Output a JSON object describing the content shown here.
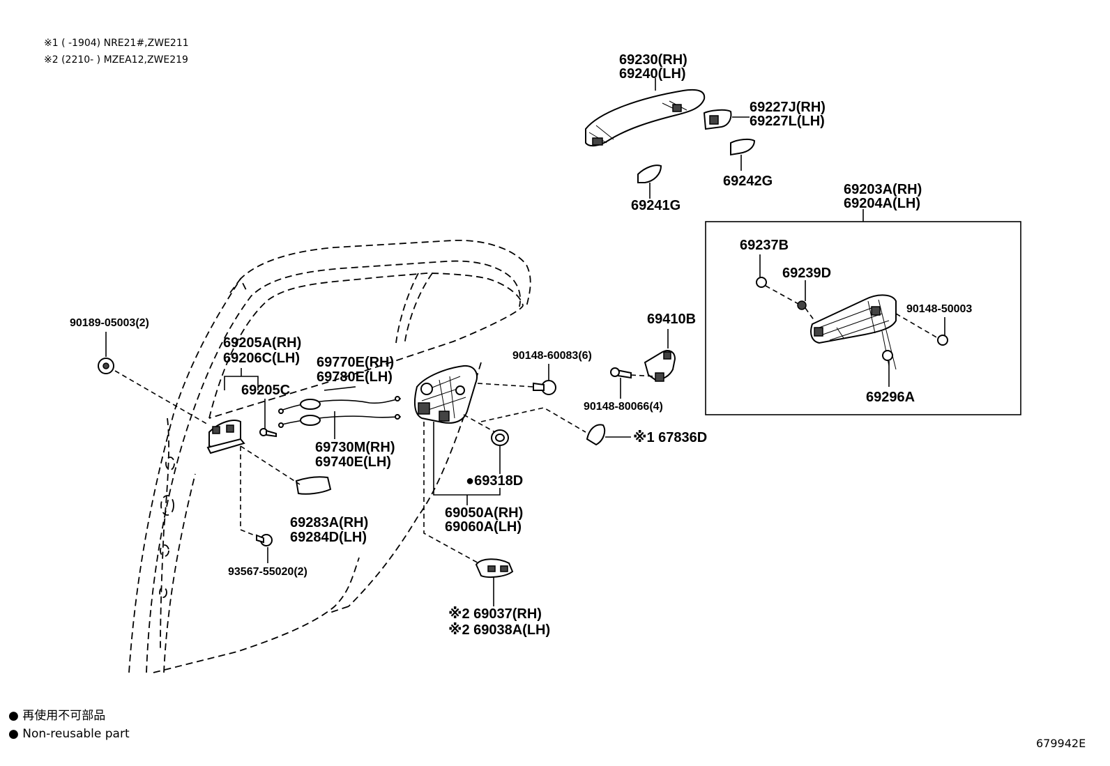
{
  "notes": {
    "note1": "※1 (      -1904) NRE21#,ZWE211",
    "note2": "※2 (2210-      ) MZEA12,ZWE219"
  },
  "parts": {
    "p69230": "69230(RH)",
    "p69240": "69240(LH)",
    "p69227J": "69227J(RH)",
    "p69227L": "69227L(LH)",
    "p69242G": "69242G",
    "p69241G": "69241G",
    "p69203A": "69203A(RH)",
    "p69204A": "69204A(LH)",
    "p69237B": "69237B",
    "p69239D": "69239D",
    "p90148_50003": "90148-50003",
    "p69296A": "69296A",
    "p69410B": "69410B",
    "p90148_60083": "90148-60083(6)",
    "p90148_80066": "90148-80066(4)",
    "p67836D": "※1 67836D",
    "p90189_05003": "90189-05003(2)",
    "p69205A": "69205A(RH)",
    "p69206C": "69206C(LH)",
    "p69205C": "69205C",
    "p69770E": "69770E(RH)",
    "p69780E": "69780E(LH)",
    "p69730M": "69730M(RH)",
    "p69740E": "69740E(LH)",
    "p69318D": "●69318D",
    "p69050A": "69050A(RH)",
    "p69060A": "69060A(LH)",
    "p69283A": "69283A(RH)",
    "p69284D": "69284D(LH)",
    "p93567_55020": "93567-55020(2)",
    "p69037": "※2 69037(RH)",
    "p69038A": "※2 69038A(LH)"
  },
  "legend": {
    "line_jp": "● 再使用不可部品",
    "line_en": "● Non-reusable part"
  },
  "figure_code": "679942E"
}
